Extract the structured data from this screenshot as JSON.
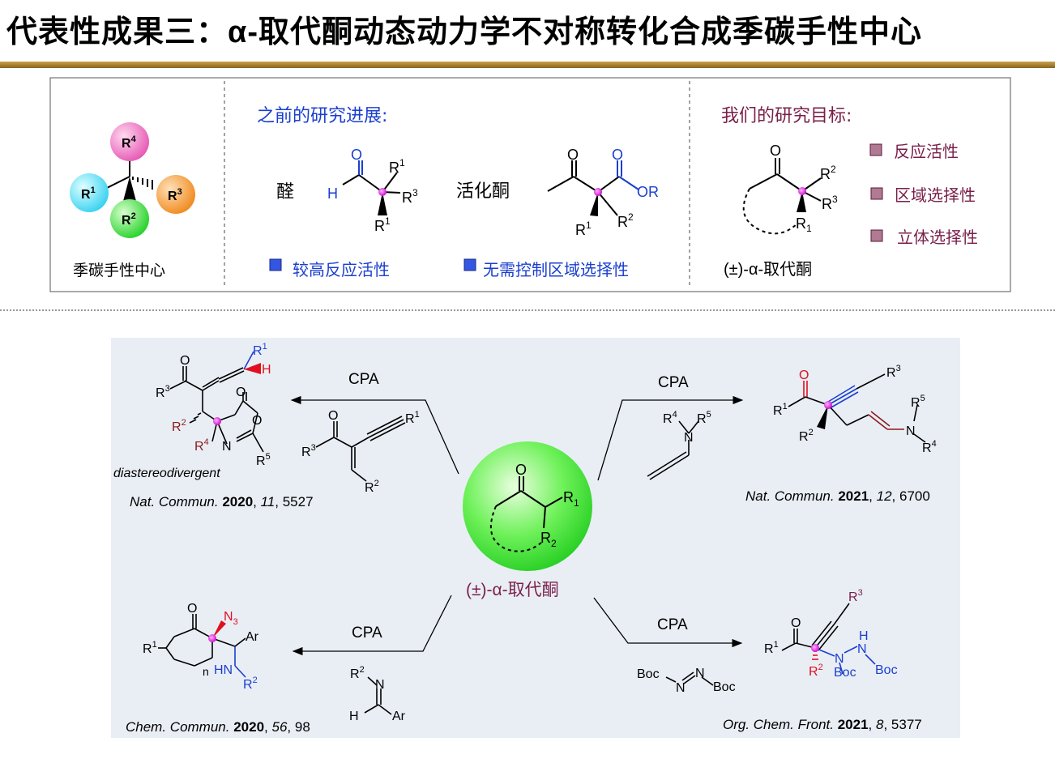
{
  "title": "代表性成果三：α-取代酮动态动力学不对称转化合成季碳手性中心",
  "colors": {
    "purple": "#7a1f4a",
    "blue": "#1a3fcf",
    "red": "#e0101e",
    "maroon": "#8b1a1a",
    "magenta": "#e020e0",
    "bg": "#e9eef5"
  },
  "top": {
    "left_caption": "季碳手性中心",
    "r_labels": [
      "R",
      "R",
      "R",
      "R"
    ],
    "r_sup": [
      "1",
      "2",
      "3",
      "4"
    ],
    "prev_heading": "之前的研究进展:",
    "aldehyde_label": "醛",
    "activated_ketone_label": "活化酮",
    "aldehyde_point": "较高反应活性",
    "ketone_point": "无需控制区域选择性",
    "goal_heading": "我们的研究目标:",
    "goal_points": [
      "反应活性",
      "区域选择性",
      "立体选择性"
    ],
    "goal_caption": "(±)-α-取代酮"
  },
  "center_caption": "(±)-α-取代酮",
  "reactions": {
    "cpa": "CPA",
    "tl_ref": {
      "journal": "Nat. Commun.",
      "year": "2020",
      "vol": "11",
      "page": "5527"
    },
    "tl_note": "diastereodivergent",
    "tr_ref": {
      "journal": "Nat. Commun.",
      "year": "2021",
      "vol": "12",
      "page": "6700"
    },
    "bl_ref": {
      "journal": "Chem. Commun.",
      "year": "2020",
      "vol": "56",
      "page": "98"
    },
    "br_ref": {
      "journal": "Org. Chem. Front.",
      "year": "2021",
      "vol": "8",
      "page": "5377"
    }
  },
  "atoms": {
    "O": "O",
    "H": "H",
    "N": "N",
    "OR": "OR",
    "Ar": "Ar",
    "Boc": "Boc",
    "HN": "HN",
    "N3": "N",
    "three": "3",
    "n": "n"
  }
}
